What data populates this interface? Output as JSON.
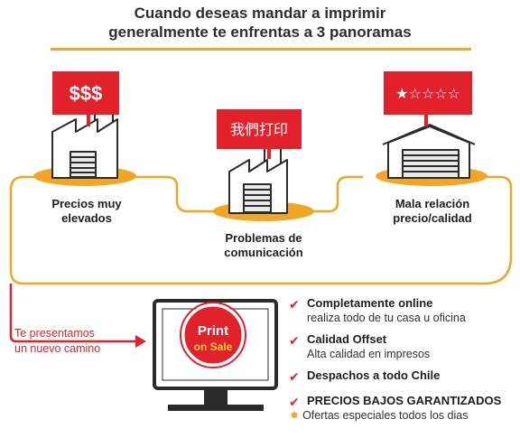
{
  "title_line1": "Cuando deseas mandar a imprimir",
  "title_line2": "generalmente te enfrentas a 3 panoramas",
  "scenarios": [
    {
      "sign": "$$$",
      "label_line1": "Precios muy",
      "label_line2": "elevados"
    },
    {
      "sign": "我們打印",
      "label_line1": "Problemas de",
      "label_line2": "comunicación"
    },
    {
      "sign": "★☆☆☆☆",
      "label_line1": "Mala relación",
      "label_line2": "precio/calidad"
    }
  ],
  "new_path": {
    "line1": "Te presentamos",
    "line2": "un nuevo camino"
  },
  "logo": {
    "line1": "Print",
    "line2": "on Sale"
  },
  "features": [
    {
      "title": "Completamente online",
      "subtitle": "realiza todo de tu casa u oficina"
    },
    {
      "title": "Calidad Offset",
      "subtitle": "Alta calidad en impresos"
    },
    {
      "title": "Despachos a todo Chile",
      "subtitle": ""
    },
    {
      "title": "PRECIOS BAJOS GARANTIZADOS",
      "subtitle": "Ofertas especiales todos los dias"
    }
  ],
  "colors": {
    "accent_orange": "#f2a623",
    "accent_red": "#e3212b",
    "dark": "#2b2b2b"
  },
  "icons": {
    "check": "check-icon",
    "sun": "sun-icon",
    "arrow": "arrow-right-icon"
  }
}
